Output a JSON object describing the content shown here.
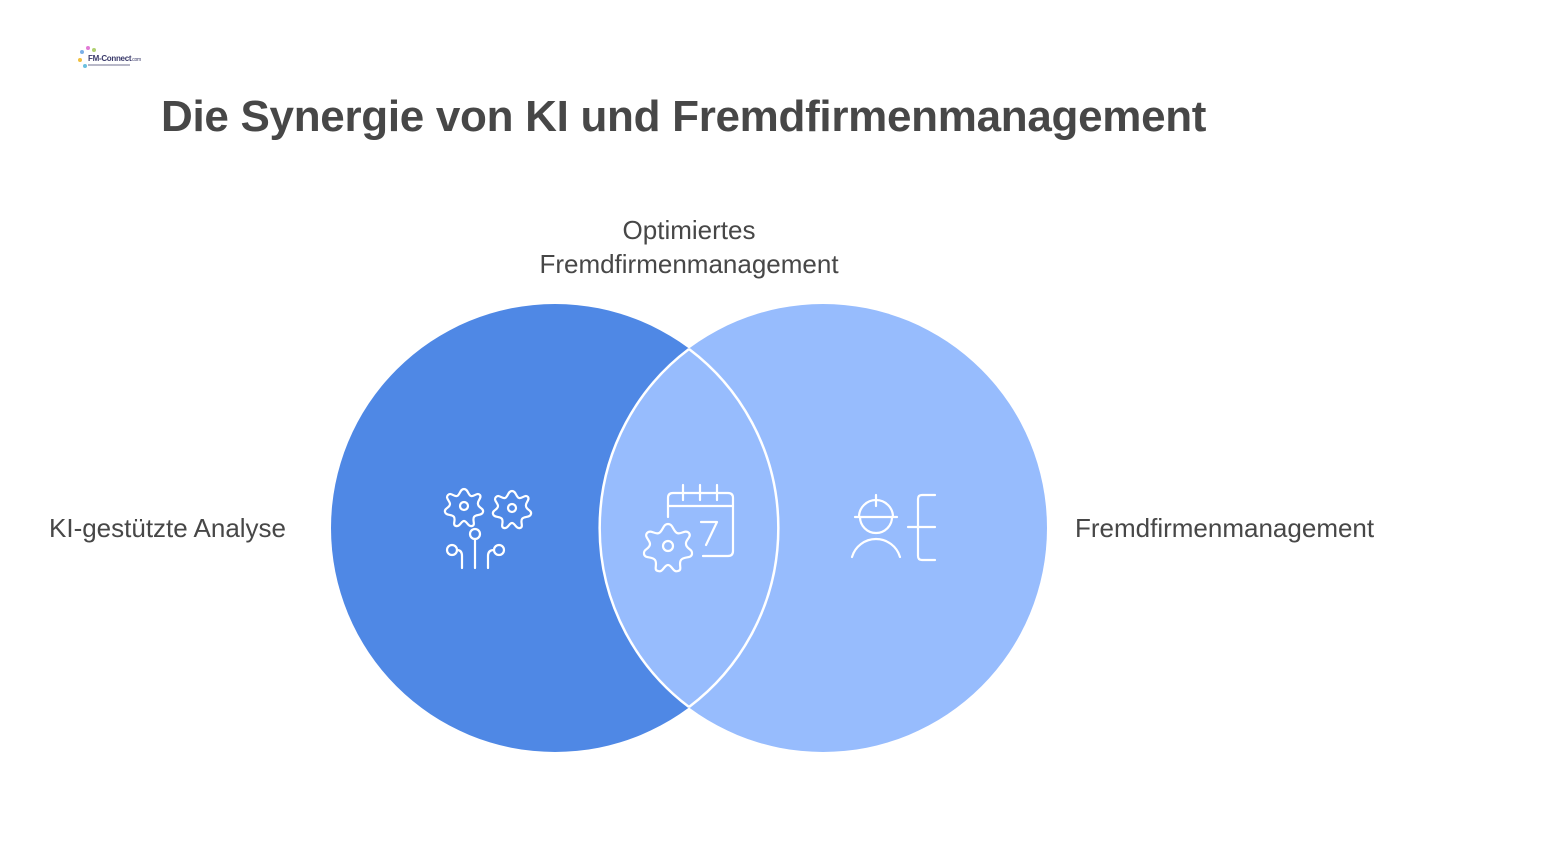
{
  "logo": {
    "text": "FM-Connect",
    "suffix": ".com"
  },
  "title": "Die Synergie von KI und Fremdfirmenmanagement",
  "diagram": {
    "type": "venn",
    "intersection_label_line1": "Optimiertes",
    "intersection_label_line2": "Fremdfirmenmanagement",
    "sets": [
      {
        "label": "KI-gestützte Analyse",
        "icon": "ai-gears-circuit-icon",
        "color": "#4f88e5"
      },
      {
        "label": "Fremdfirmenmanagement",
        "icon": "worker-helmet-icon",
        "color": "#97bcfd"
      }
    ],
    "intersection": {
      "icon": "calendar-gear-icon",
      "color": "#97bcfd",
      "outline_color": "#ffffff"
    }
  }
}
